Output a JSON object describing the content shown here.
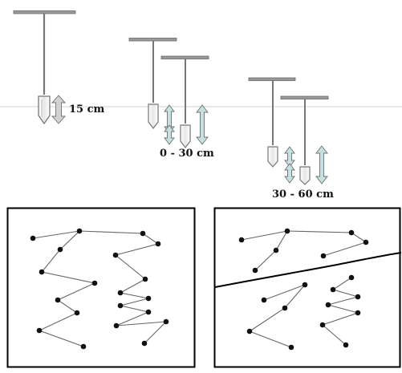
{
  "depth_labels": {
    "single": "15 cm",
    "shallow_pair": "0 - 30 cm",
    "deep_pair": "30 - 60 cm"
  },
  "colors": {
    "probe_stroke": "#777777",
    "probe_tip_fill": "#f4f4f4",
    "arrow_grey": "#d2d2d2",
    "arrow_blue": "#c6e1e3",
    "arrow_outline": "#6f6f6f",
    "ground_line": "#d9d9d9",
    "panel_border": "#000000",
    "path_line": "#666666",
    "point_fill": "#111111"
  },
  "field_panels": {
    "left": {
      "sampling_pattern": "two zigzag transects across one uniform field"
    },
    "right": {
      "sampling_pattern": "two zigzag transects separated by a field boundary"
    }
  }
}
